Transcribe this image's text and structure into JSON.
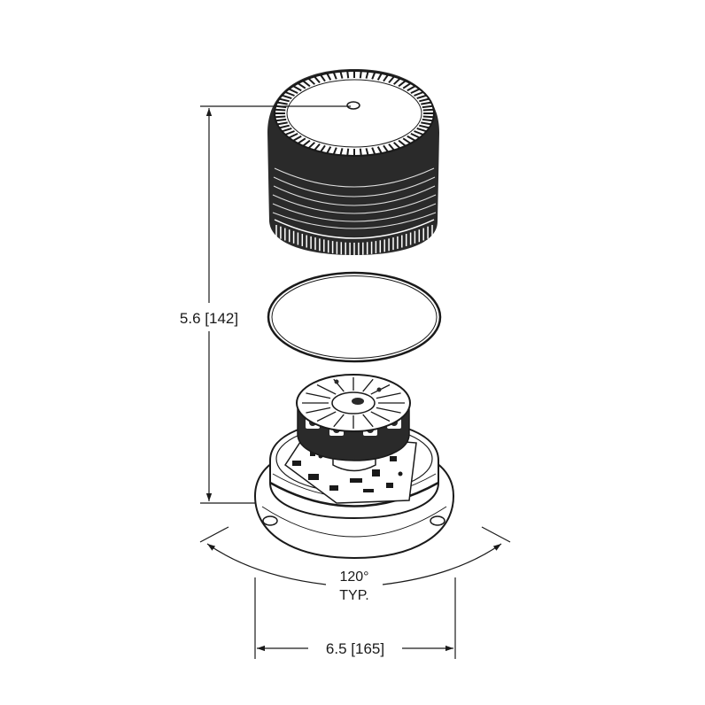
{
  "dimensions": {
    "height": "5.6 [142]",
    "width": "6.5 [165]",
    "angle": "120°",
    "angle_note": "TYP."
  },
  "colors": {
    "line": "#1a1a1a",
    "background": "#ffffff"
  }
}
